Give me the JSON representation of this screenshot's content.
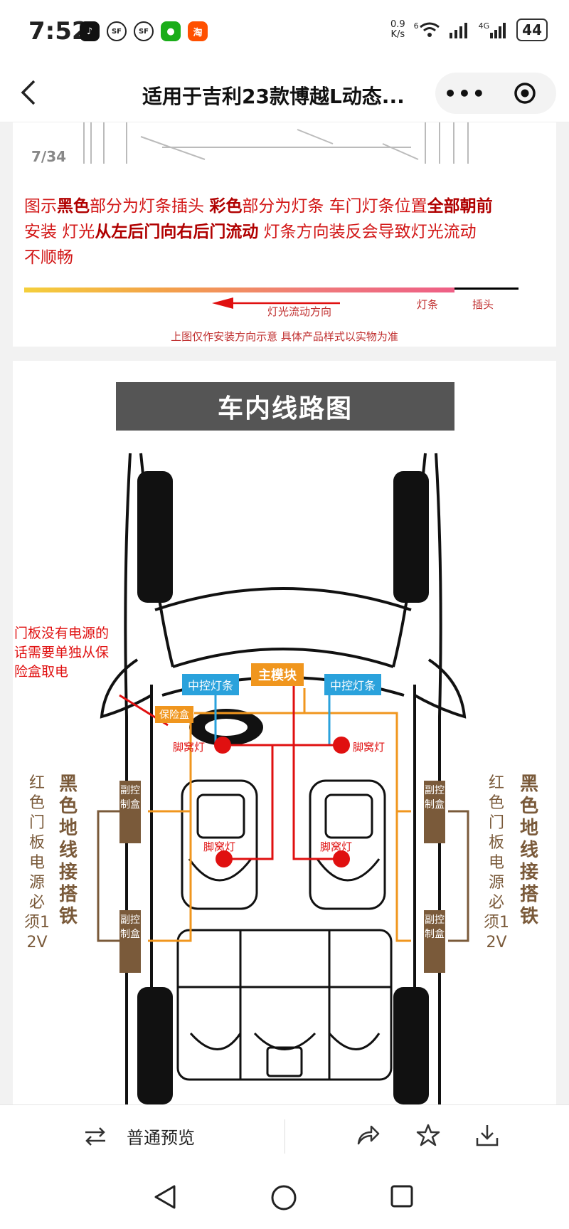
{
  "status": {
    "time": "7:52",
    "net_speed_value": "0.9",
    "net_speed_unit": "K/s",
    "wifi_label": "6",
    "signal_label": "4G",
    "battery": "44",
    "apps": [
      "TikTok",
      "SF",
      "SF",
      "WeChat",
      "淘"
    ]
  },
  "header": {
    "title": "适用于吉利23款博越L动态...",
    "more": "•••"
  },
  "card1": {
    "pager": "7/34",
    "line1": [
      {
        "t": "图示",
        "b": false
      },
      {
        "t": "黑色",
        "b": true
      },
      {
        "t": "部分为灯条插头 ",
        "b": false
      },
      {
        "t": "彩色",
        "b": true
      },
      {
        "t": "部分为灯条 车门灯条位置",
        "b": false
      },
      {
        "t": "全部朝前",
        "b": true
      }
    ],
    "line2": [
      {
        "t": "安装 灯光",
        "b": false
      },
      {
        "t": "从左后门向右后门流动",
        "b": true
      },
      {
        "t": " 灯条方向装反会导致灯光流动",
        "b": false
      }
    ],
    "line3": "不顺畅",
    "arrow_label": "灯光流动方向",
    "strip_label": "灯条",
    "plug_label": "插头",
    "caption": "上图仅作安装方向示意 具体产品样式以实物为准"
  },
  "diagram": {
    "title": "车内线路图",
    "main_module": "主模块",
    "center_strip": "中控灯条",
    "fuse_box": "保险盒",
    "foot_light": "脚窝灯",
    "sub_box": "副控制盒",
    "note_left": "门板没有电源的话需要单独从保险盒取电",
    "red_text": "红色门板电源必须12V",
    "black_text": "黑色地线接搭铁"
  },
  "bottom": {
    "preview_label": "普通预览"
  },
  "colors": {
    "red": "#e01010",
    "orange": "#f0961e",
    "blue": "#2aa2dc",
    "brown": "#7a5a3a",
    "dark_title": "#555555"
  }
}
